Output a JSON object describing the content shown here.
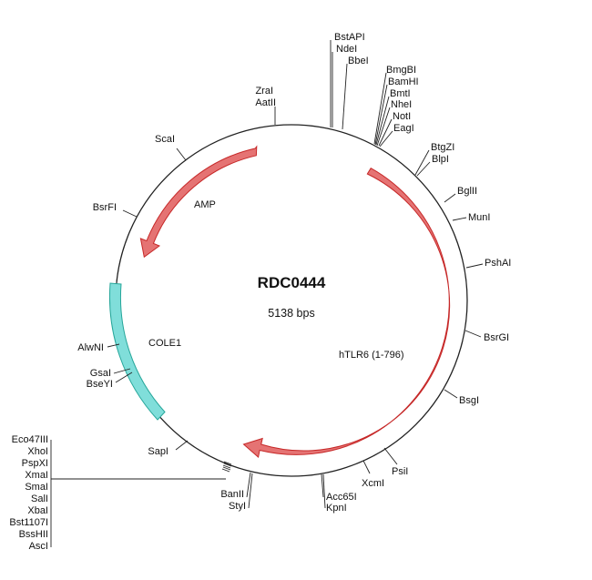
{
  "plasmid": {
    "name": "RDC0444",
    "size_label": "5138 bps"
  },
  "colors": {
    "backbone": "#222222",
    "gene_fill": "#e57373",
    "gene_stroke": "#c62828",
    "origin_fill": "#80deda",
    "origin_stroke": "#26a69a"
  },
  "features": [
    {
      "id": "amp",
      "label": "AMP",
      "kind": "gene"
    },
    {
      "id": "htlr6",
      "label": "hTLR6 (1-796)",
      "kind": "gene"
    },
    {
      "id": "cole1",
      "label": "COLE1",
      "kind": "origin"
    }
  ],
  "sites": {
    "group_top": [
      "BstAPI",
      "NdeI",
      "BbeI"
    ],
    "group_bmg": [
      "BmgBI",
      "BamHI",
      "BmtI",
      "NheI",
      "NotI",
      "EagI"
    ],
    "group_btg": [
      "BtgZI",
      "BlpI"
    ],
    "bglii": "BglII",
    "muni": "MunI",
    "pshai": "PshAI",
    "bsrgi": "BsrGI",
    "bsgi": "BsgI",
    "psii": "PsiI",
    "xcmi": "XcmI",
    "group_acc": [
      "Acc65I",
      "KpnI"
    ],
    "group_ban": [
      "BanII",
      "StyI"
    ],
    "sapi": "SapI",
    "group_mcs": [
      "Eco47III",
      "XhoI",
      "PspXI",
      "XmaI",
      "SmaI",
      "SalI",
      "XbaI",
      "Bst1107I",
      "BssHII",
      "AscI"
    ],
    "group_gsa": [
      "GsaI",
      "BseYI"
    ],
    "alwni": "AlwNI",
    "bsrfi": "BsrFI",
    "scai": "ScaI",
    "group_zra": [
      "ZraI",
      "AatII"
    ]
  }
}
